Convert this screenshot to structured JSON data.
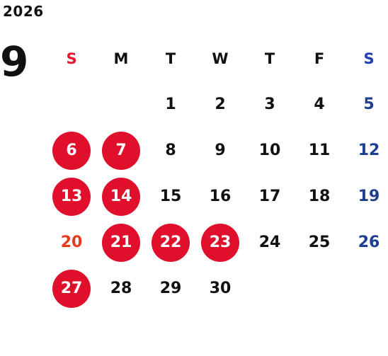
{
  "calendar": {
    "year": "2026",
    "month": "9",
    "weekdays": [
      "S",
      "M",
      "T",
      "W",
      "T",
      "F",
      "S"
    ],
    "weeks": [
      [
        "",
        "",
        "1",
        "2",
        "3",
        "4",
        "5"
      ],
      [
        "6",
        "7",
        "8",
        "9",
        "10",
        "11",
        "12"
      ],
      [
        "13",
        "14",
        "15",
        "16",
        "17",
        "18",
        "19"
      ],
      [
        "20",
        "21",
        "22",
        "23",
        "24",
        "25",
        "26"
      ],
      [
        "27",
        "28",
        "29",
        "30",
        "",
        "",
        ""
      ]
    ],
    "highlighted_days": [
      "6",
      "7",
      "13",
      "14",
      "21",
      "22",
      "23",
      "27"
    ],
    "colors": {
      "highlight": "#e0102d",
      "sunday": "#e8391f",
      "saturday": "#1e3f8f",
      "text": "#111111"
    }
  }
}
